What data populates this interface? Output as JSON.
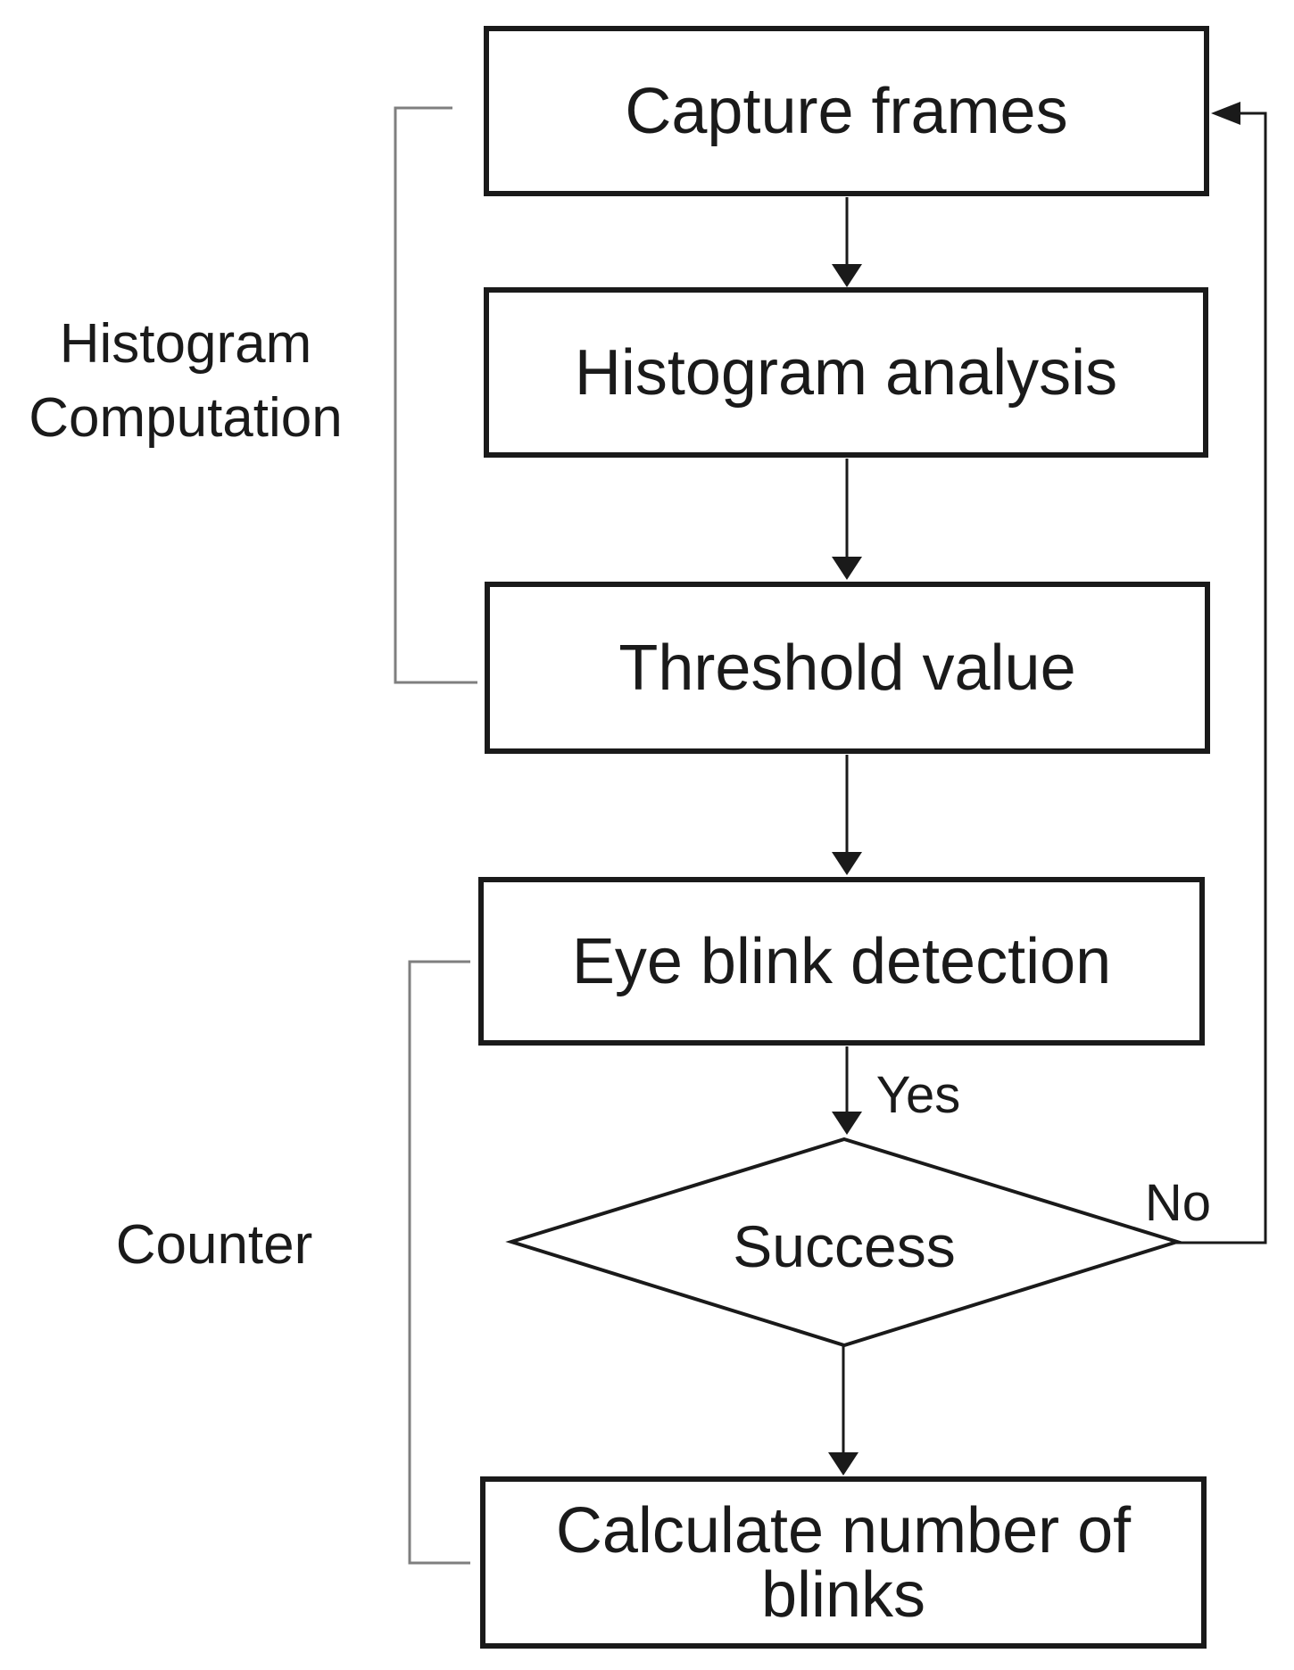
{
  "diagram": {
    "type": "flowchart",
    "nodes": {
      "capture": {
        "label": "Capture frames",
        "shape": "rect"
      },
      "histogram_analysis": {
        "label": "Histogram analysis",
        "shape": "rect"
      },
      "threshold": {
        "label": "Threshold value",
        "shape": "rect"
      },
      "eye_blink": {
        "label": "Eye blink detection",
        "shape": "rect"
      },
      "success": {
        "label": "Success",
        "shape": "diamond"
      },
      "calculate": {
        "label": "Calculate number of blinks",
        "shape": "rect"
      }
    },
    "edges": [
      {
        "from": "capture",
        "to": "histogram_analysis",
        "label": ""
      },
      {
        "from": "histogram_analysis",
        "to": "threshold",
        "label": ""
      },
      {
        "from": "threshold",
        "to": "eye_blink",
        "label": ""
      },
      {
        "from": "eye_blink",
        "to": "success",
        "label": "Yes"
      },
      {
        "from": "success",
        "to": "calculate",
        "label": ""
      },
      {
        "from": "success",
        "to": "capture",
        "label": "No"
      }
    ],
    "groups": [
      {
        "label": "Histogram Computation",
        "covers": [
          "capture",
          "histogram_analysis",
          "threshold"
        ]
      },
      {
        "label": "Counter",
        "covers": [
          "eye_blink",
          "calculate"
        ]
      }
    ],
    "colors": {
      "background": "#ffffff",
      "line": "#1a1a1a",
      "bracket": "#7f7f7f",
      "text": "#1a1a1a"
    }
  }
}
